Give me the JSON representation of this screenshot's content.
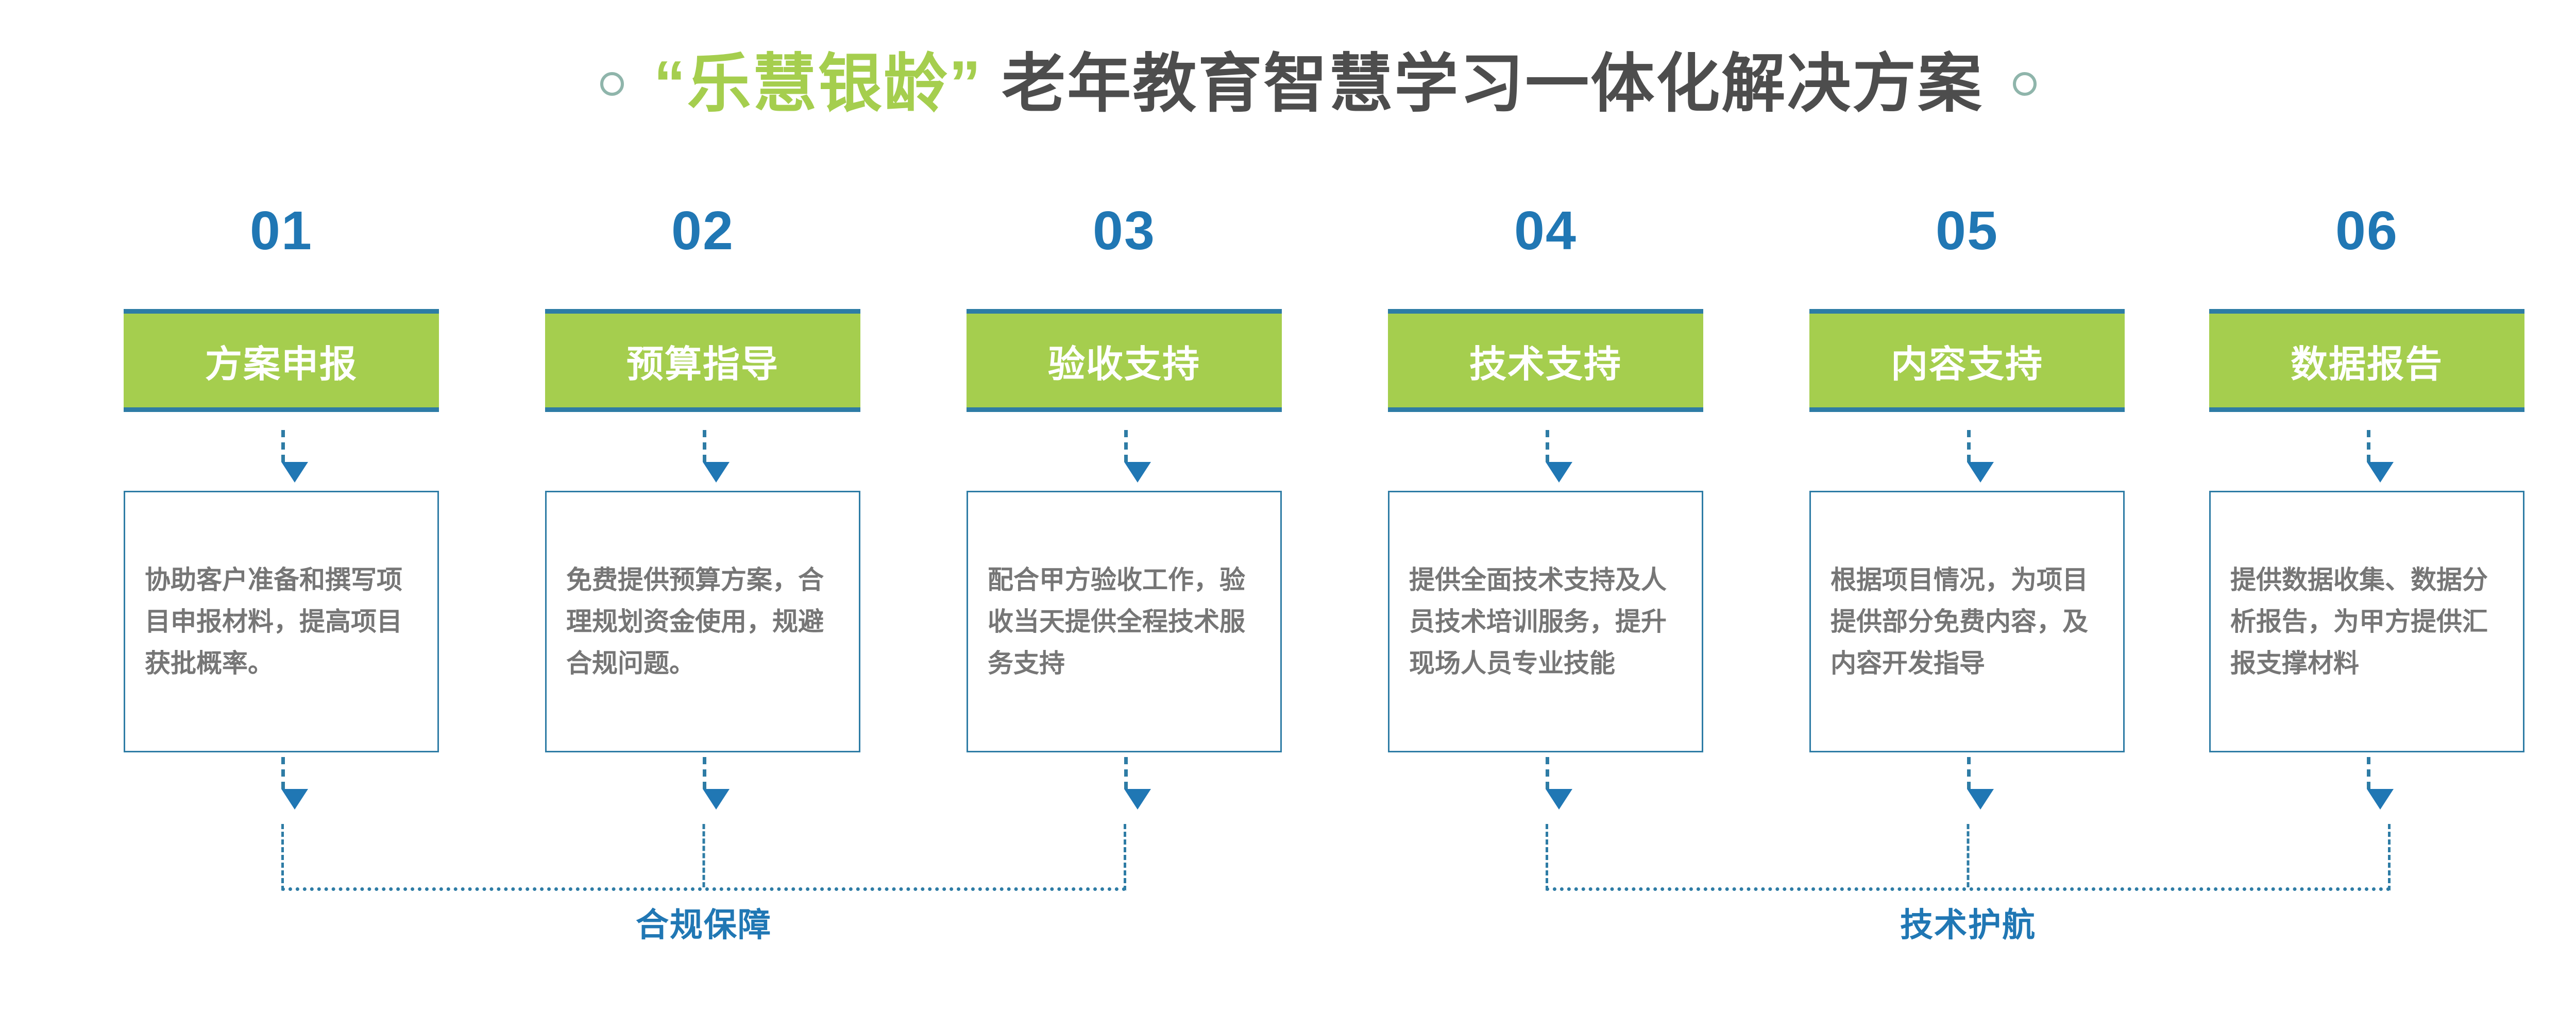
{
  "header": {
    "brand_quoted": "“乐慧银龄”",
    "title_rest": " 老年教育智慧学习一体化解决方案",
    "left_circle_icon": "circle-outline-icon",
    "right_circle_icon": "circle-outline-icon",
    "brand_color": "#a5ce4e",
    "title_color": "#4d4d4d"
  },
  "theme": {
    "green": "#a5ce4e",
    "blue": "#2077b4",
    "border_blue": "#2e7ca5",
    "body_gray": "#767676",
    "circle_teal": "#8fb5ab"
  },
  "steps": [
    {
      "number": "01",
      "title": "方案申报",
      "description": "协助客户准备和撰写项目申报材料，提高项目获批概率。"
    },
    {
      "number": "02",
      "title": "预算指导",
      "description": "免费提供预算方案，合理规划资金使用，规避合规问题。"
    },
    {
      "number": "03",
      "title": "验收支持",
      "description": "配合甲方验收工作，验收当天提供全程技术服务支持"
    },
    {
      "number": "04",
      "title": "技术支持",
      "description": "提供全面技术支持及人员技术培训服务，提升现场人员专业技能"
    },
    {
      "number": "05",
      "title": "内容支持",
      "description": "根据项目情况，为项目提供部分免费内容，及内容开发指导"
    },
    {
      "number": "06",
      "title": "数据报告",
      "description": "提供数据收集、数据分析报告，为甲方提供汇报支撑材料"
    }
  ],
  "groups": [
    {
      "label": "合规保障",
      "covers": [
        "01",
        "02",
        "03"
      ]
    },
    {
      "label": "技术护航",
      "covers": [
        "04",
        "05",
        "06"
      ]
    }
  ]
}
